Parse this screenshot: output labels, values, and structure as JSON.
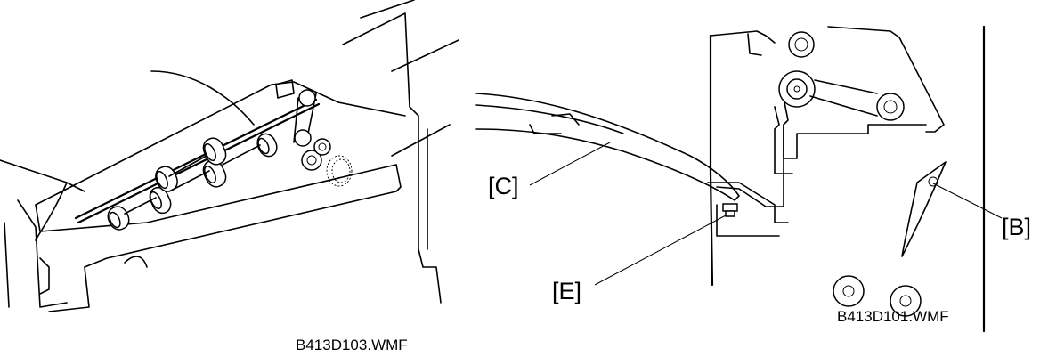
{
  "left_figure": {
    "caption": "B413D103.WMF"
  },
  "right_figure": {
    "caption": "B413D101.WMF",
    "callouts": {
      "c": "[C]",
      "e": "[E]",
      "b": "[B]"
    }
  }
}
